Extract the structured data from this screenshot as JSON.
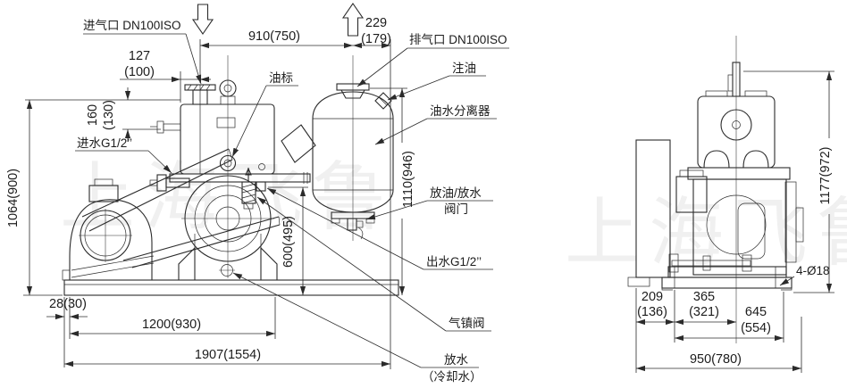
{
  "drawing": {
    "watermark": "上海飞鲁",
    "front": {
      "callouts": {
        "inlet": "进气口 DN100ISO",
        "outlet": "排气口 DN100ISO",
        "oil_gauge": "油标",
        "oil_fill": "注油",
        "separator": "油水分离器",
        "drain_valve1": "放油/放水",
        "drain_valve2": "阀门",
        "water_outlet": "出水G1/2’’",
        "gas_ballast": "气镇阀",
        "water_drain1": "放水",
        "water_drain2": "（冷却水）",
        "water_inlet": "进水G1/2’’"
      },
      "dims": {
        "d127": "127",
        "d127p": "(100)",
        "d910": "910(750)",
        "d229": "229",
        "d229p": "(179)",
        "d160": "160",
        "d160p": "(130)",
        "d1064": "1064(900)",
        "d1110": "1110(946)",
        "d600": "600(495)",
        "d28": "28(30)",
        "d1200": "1200(930)",
        "d1907": "1907(1554)"
      }
    },
    "side": {
      "callouts": {
        "bolt_holes": "4-Ø18"
      },
      "dims": {
        "d1177": "1177(972)",
        "d209": "209",
        "d209p": "(136)",
        "d365": "365",
        "d365p": "(321)",
        "d645": "645",
        "d645p": "(554)",
        "d950": "950(780)"
      }
    }
  }
}
